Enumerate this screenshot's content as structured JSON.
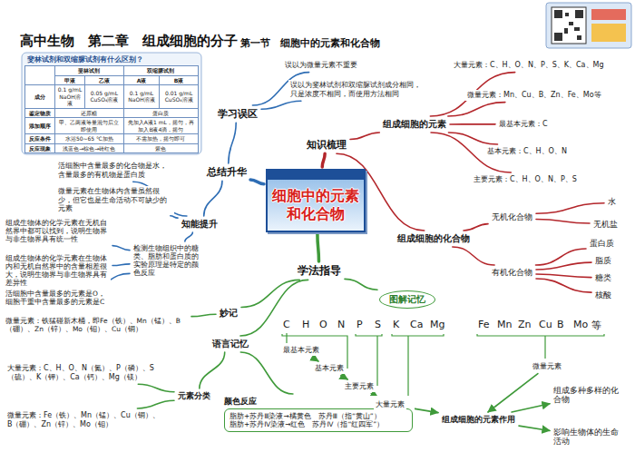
{
  "diagram": {
    "title": "高中生物　第二章　组成细胞的分子",
    "nodes": [
      {
        "text": [
          "细胞中的元素和化合物"
        ]
      },
      {
        "text": [
          "知识梳理"
        ]
      },
      {
        "text": [
          "组成细胞的元素"
        ]
      },
      {
        "text": [
          "大量元素：C、H、O、N、P、S、K、Ca、Mg"
        ]
      },
      {
        "text": [
          "微量元素：Mn、Cu、B、Zn、Fe、Mo等"
        ]
      },
      {
        "text": [
          "最基本元素：C"
        ]
      },
      {
        "text": [
          "基本元素：C、H、O、N"
        ]
      },
      {
        "text": [
          "主要元素：C、H、O、N、P、S"
        ]
      },
      {
        "text": [
          "组成细胞的化合物"
        ]
      },
      {
        "text": [
          "无机化合物"
        ]
      },
      {
        "text": [
          "水"
        ]
      },
      {
        "text": [
          "无机盐"
        ]
      },
      {
        "text": [
          "有机化合物"
        ]
      },
      {
        "text": [
          "蛋白质"
        ]
      },
      {
        "text": [
          "脂质"
        ]
      },
      {
        "text": [
          "糖类"
        ]
      },
      {
        "text": [
          "核酸"
        ]
      },
      {
        "text": [
          "学习误区"
        ]
      },
      {
        "text": [
          "误以为微量元素不重要"
        ]
      },
      {
        "text": [
          "误以为斐林试剂和双缩脲试剂成分相同，只是浓度不相同，而使用方法相同"
        ]
      },
      {
        "text": [
          "总结升华"
        ]
      },
      {
        "text": [
          "知能提升"
        ]
      },
      {
        "text": [
          "活细胞中含量最多的化合物是水，含量最多的有机物是蛋白质"
        ]
      },
      {
        "text": [
          "微量元素在生物体内含量虽然很少，但它也是生命活动不可缺少的元素"
        ]
      },
      {
        "text": [
          "检测生物组织中的糖类、脂肪和蛋白质的实验原理是特定的颜色反应"
        ]
      },
      {
        "text": [
          "组成生物体的化学元素在无机自然界中都可以找到，说明生物界与非生物界具有统一性"
        ]
      },
      {
        "text": [
          "组成生物体的化学元素在生物体内和无机自然界中的含量相差很大，说明生物界与非生物界具有差异性"
        ]
      },
      {
        "text": [
          "活细胞中含量最多的元素是O，细胞干重中含量最多的元素是C"
        ]
      },
      {
        "text": [
          "学法指导"
        ]
      },
      {
        "text": [
          "妙记"
        ]
      },
      {
        "text": [
          "微量元素：铁猛碰新木桶，即Fe（铁）、Mn（锰）、B（硼）、Zn（锌）、Mo（钼）、Cu（铜）"
        ]
      },
      {
        "text": [
          "语言记忆"
        ]
      },
      {
        "text": [
          "元素分类"
        ]
      },
      {
        "text": [
          "大量元素：C、H、O、N（氮）、P（磷）、S（硫）、K（钾）、Ca（钙）、Mg（镁）"
        ]
      },
      {
        "text": [
          "微量元素：Fe（铁）、Mn（锰）、Cu（铜）、B（硼）、Zn（锌）、Mo（钼）"
        ]
      },
      {
        "text": [
          "颜色反应",
          "脂肪+苏丹Ⅲ染液→橘黄色　苏丹Ⅲ（指“黄山”）",
          "脂肪+苏丹Ⅳ染液→红色　苏丹Ⅳ（指“红四军”）"
        ]
      },
      {
        "text": [
          "图解记忆"
        ]
      },
      {
        "text": [
          "最基本元素"
        ]
      },
      {
        "text": [
          "基本元素"
        ]
      },
      {
        "text": [
          "主要元素"
        ]
      },
      {
        "text": [
          "大量元素"
        ]
      },
      {
        "text": [
          "组成细胞的元素作用"
        ]
      },
      {
        "text": [
          "微量元素"
        ]
      },
      {
        "text": [
          "组成多种多样的化合物"
        ]
      },
      {
        "text": [
          "影响生物体的生命活动"
        ]
      }
    ],
    "edges": [
      {
        "from": 0,
        "to": 1,
        "arrow": "none"
      },
      {
        "from": 1,
        "to": 2,
        "arrow": "none"
      },
      {
        "from": 2,
        "to": 3,
        "arrow": "none"
      },
      {
        "from": 2,
        "to": 4,
        "arrow": "none"
      },
      {
        "from": 2,
        "to": 5,
        "arrow": "none"
      },
      {
        "from": 2,
        "to": 6,
        "arrow": "none"
      },
      {
        "from": 2,
        "to": 7,
        "arrow": "none"
      },
      {
        "from": 1,
        "to": 8,
        "arrow": "none"
      },
      {
        "from": 8,
        "to": 9,
        "arrow": "none"
      },
      {
        "from": 9,
        "to": 10,
        "arrow": "none"
      },
      {
        "from": 9,
        "to": 11,
        "arrow": "none"
      },
      {
        "from": 8,
        "to": 12,
        "arrow": "none"
      },
      {
        "from": 12,
        "to": 13,
        "arrow": "none"
      },
      {
        "from": 12,
        "to": 14,
        "arrow": "none"
      },
      {
        "from": 12,
        "to": 15,
        "arrow": "none"
      },
      {
        "from": 12,
        "to": 16,
        "arrow": "none"
      },
      {
        "from": 0,
        "to": 20,
        "arrow": "none"
      },
      {
        "from": 20,
        "to": 17,
        "arrow": "none"
      },
      {
        "from": 17,
        "to": 18,
        "arrow": "none"
      },
      {
        "from": 17,
        "to": 19,
        "arrow": "none"
      },
      {
        "from": 20,
        "to": 21,
        "arrow": "none"
      },
      {
        "from": 21,
        "to": 22,
        "arrow": "none"
      },
      {
        "from": 21,
        "to": 23,
        "arrow": "none"
      },
      {
        "from": 21,
        "to": 24,
        "arrow": "none"
      },
      {
        "from": 24,
        "to": 25,
        "arrow": "none"
      },
      {
        "from": 24,
        "to": 26,
        "arrow": "none"
      },
      {
        "from": 24,
        "to": 27,
        "arrow": "none"
      },
      {
        "from": 0,
        "to": 28,
        "arrow": "none"
      },
      {
        "from": 28,
        "to": 29,
        "arrow": "none"
      },
      {
        "from": 29,
        "to": 30,
        "arrow": "none"
      },
      {
        "from": 28,
        "to": 31,
        "arrow": "none"
      },
      {
        "from": 31,
        "to": 32,
        "arrow": "none"
      },
      {
        "from": 32,
        "to": 33,
        "arrow": "none"
      },
      {
        "from": 32,
        "to": 34,
        "arrow": "none"
      },
      {
        "from": 31,
        "to": 35,
        "arrow": "none"
      },
      {
        "from": 28,
        "to": 36,
        "arrow": "none"
      },
      {
        "from": 37,
        "to": 38,
        "arrow": "to"
      },
      {
        "from": 38,
        "to": 39,
        "arrow": "to"
      },
      {
        "from": 39,
        "to": 40,
        "arrow": "to"
      },
      {
        "from": 40,
        "to": 41,
        "arrow": "to"
      },
      {
        "from": 42,
        "to": 41,
        "arrow": "to"
      },
      {
        "from": 41,
        "to": 43,
        "arrow": "to"
      },
      {
        "from": 41,
        "to": 44,
        "arrow": "to"
      }
    ],
    "labels": [
      "第一节　细胞中的元素和化合物",
      "斐林试剂和双缩脲试剂有什么区别？",
      "斐林试剂",
      "双缩脲试剂",
      "甲液",
      "乙液",
      "A液",
      "B液",
      "成分",
      "0.1 g/mL NaOH溶液",
      "0.05 g/mL CuSO₄溶液",
      "0.1 g/mL NaOH溶液",
      "0.01 g/mL CuSO₄溶液",
      "鉴定物质",
      "还原糖",
      "蛋白质",
      "添加顺序",
      "甲、乙两液等量混匀后立即使用",
      "先加入A液1 mL，摇匀，再加入B液4滴，摇匀",
      "反应条件",
      "水浴50~65 ℃加热",
      "不需加热，摇匀即可",
      "反应现象",
      "浅蓝色→棕色→砖红色",
      "紫色",
      "C",
      "H",
      "O",
      "N",
      "P",
      "S",
      "K",
      "Ca",
      "Mg",
      "Fe",
      "Mn",
      "Zn",
      "Cu",
      "B",
      "Mo",
      "等"
    ]
  }
}
